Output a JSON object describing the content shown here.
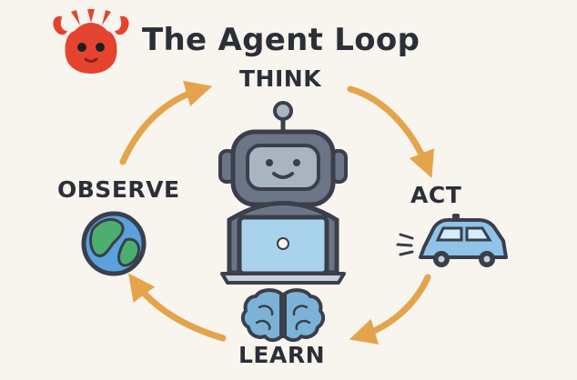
{
  "title": "The Agent Loop",
  "nodes": {
    "think": "THINK",
    "act": "ACT",
    "learn": "LEARN",
    "observe": "OBSERVE"
  },
  "colors": {
    "background": "#f8f4ee",
    "title": "#2b2f38",
    "arrow": "#e3a44b",
    "lobster": "#e4442f",
    "robot_body": "#3a3f4b",
    "robot_face": "#a8b4c2",
    "laptop": "#a9d2ec",
    "globe_water": "#5aa1dd",
    "globe_land": "#4caf6f",
    "car": "#8fc3e8",
    "brain": "#7bb3d6"
  },
  "icons": {
    "logo": "lobster-logo-icon",
    "center": "robot-with-laptop-icon",
    "act": "car-icon",
    "observe": "globe-icon",
    "learn": "brain-icon"
  }
}
